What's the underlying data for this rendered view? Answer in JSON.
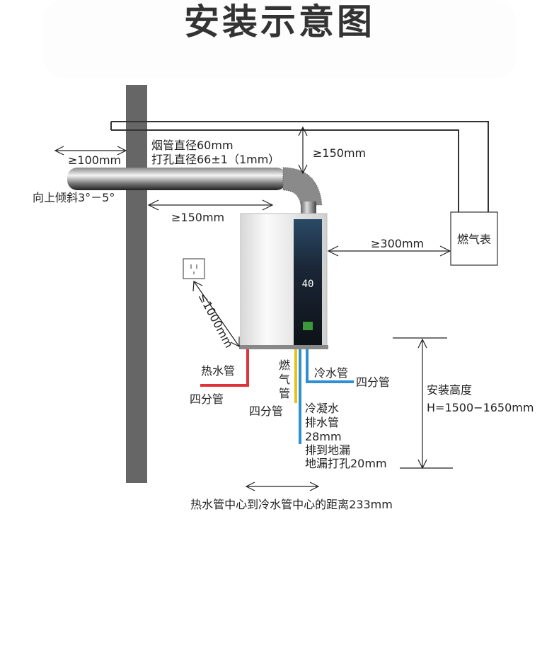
{
  "title": "安装示意图",
  "labels": {
    "flue_diameter": "烟管直径60mm",
    "hole_diameter": "打孔直径66±1（1mm）",
    "min_100": "≥100mm",
    "min_150_top": "≥150mm",
    "tilt": "向上倾斜3°－5°",
    "min_150_side": "≥150mm",
    "min_300": "≥300mm",
    "gas_meter": "燃气表",
    "max_1000": "≤1000mm",
    "hot_pipe": "热水管",
    "hot_pipe_size": "四分管",
    "gas_pipe": [
      "燃",
      "气",
      "管"
    ],
    "gas_pipe_size": "四分管",
    "cold_pipe": "冷水管",
    "cold_pipe_size": "四分管",
    "condensate": [
      "冷凝水",
      "排水管",
      "28mm",
      "排到地漏",
      "地漏打孔20mm"
    ],
    "install_height_title": "安装高度",
    "install_height_value": "H=1500−1650mm",
    "center_distance": "热水管中心到冷水管中心的距离233mm"
  },
  "heater_display": "40",
  "colors": {
    "wall": "#666666",
    "hot_pipe": "#e0343a",
    "gas_pipe": "#e5c21a",
    "cold_pipe": "#2f8fd0",
    "panel": "#1c2e40"
  }
}
